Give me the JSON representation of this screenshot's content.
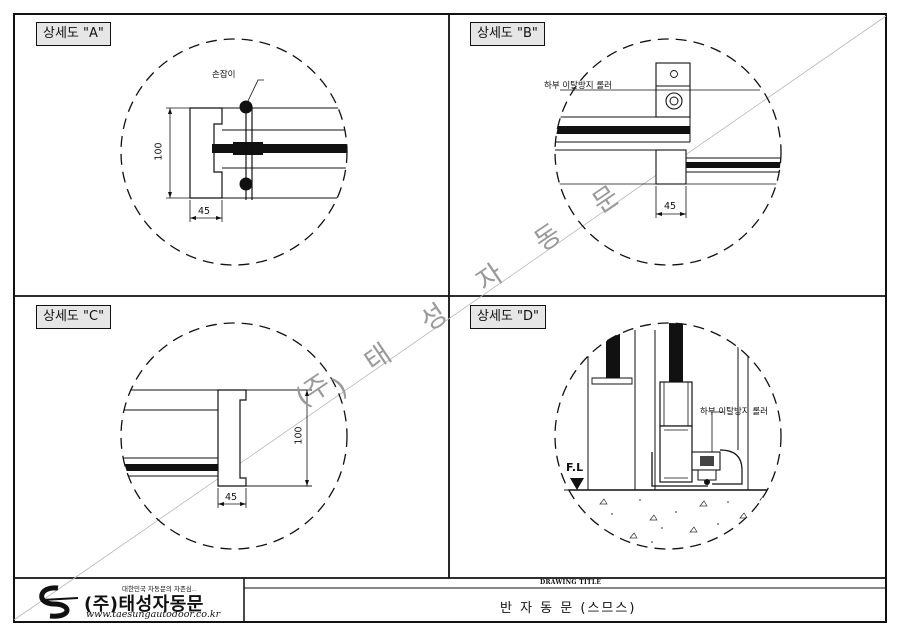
{
  "panels": {
    "a": {
      "label": "상세도 \"A\"",
      "callout": "손잡이",
      "dim_vertical": "100",
      "dim_horizontal": "45"
    },
    "b": {
      "label": "상세도 \"B\"",
      "callout": "하부 이탈방지 롤러",
      "dim_horizontal": "45"
    },
    "c": {
      "label": "상세도 \"C\"",
      "dim_vertical": "100",
      "dim_horizontal": "45"
    },
    "d": {
      "label": "상세도 \"D\"",
      "callout": "하부 이탈방지 롤러",
      "floor_label": "F.L"
    }
  },
  "watermark": [
    "(주",
    ")",
    "태",
    "성",
    "자",
    "동",
    "문"
  ],
  "title_block": {
    "drawing_title_label": "DRAWING TITLE",
    "drawing_title": "반 자 동 문 (스므스)",
    "company_slogan": "대한민국 자동문의 자존심..",
    "company_name": "(주)태성자동문",
    "company_url": "www.taesungautodoor.co.kr"
  },
  "colors": {
    "line": "#111111",
    "label_bg": "#e6e6e6",
    "watermark": "#9a9a9a",
    "paper": "#ffffff"
  }
}
